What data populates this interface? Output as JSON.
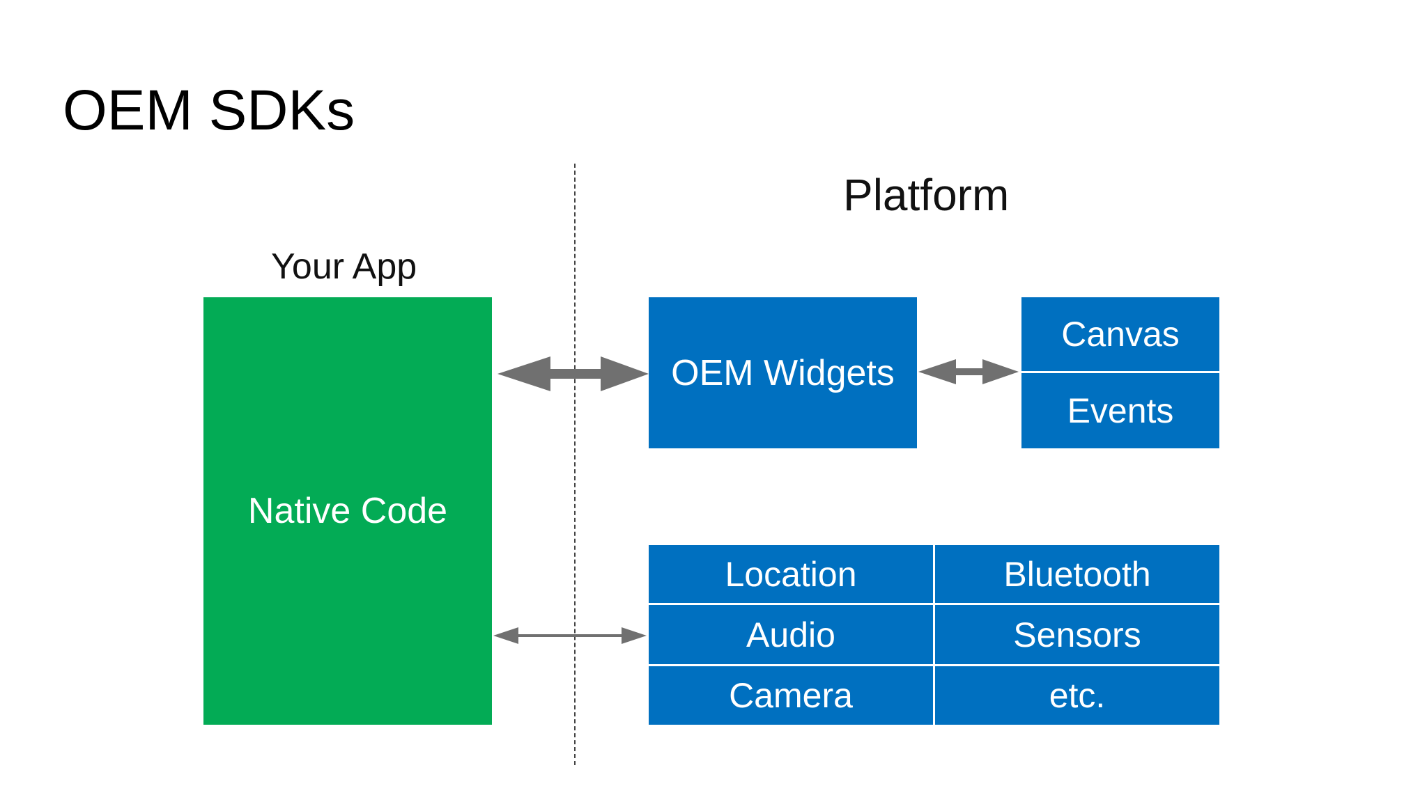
{
  "slide": {
    "title": "OEM SDKs"
  },
  "diagram": {
    "platform_label": "Platform",
    "your_app_label": "Your App",
    "native_code": "Native Code",
    "oem_widgets": "OEM Widgets",
    "render_stack": [
      "Canvas",
      "Events"
    ],
    "services_grid": [
      [
        "Location",
        "Bluetooth"
      ],
      [
        "Audio",
        "Sensors"
      ],
      [
        "Camera",
        "etc."
      ]
    ]
  },
  "colors": {
    "native_box": "#03ab55",
    "platform_boxes": "#0070c0",
    "arrows": "#707070",
    "text_on_boxes": "#ffffff"
  }
}
